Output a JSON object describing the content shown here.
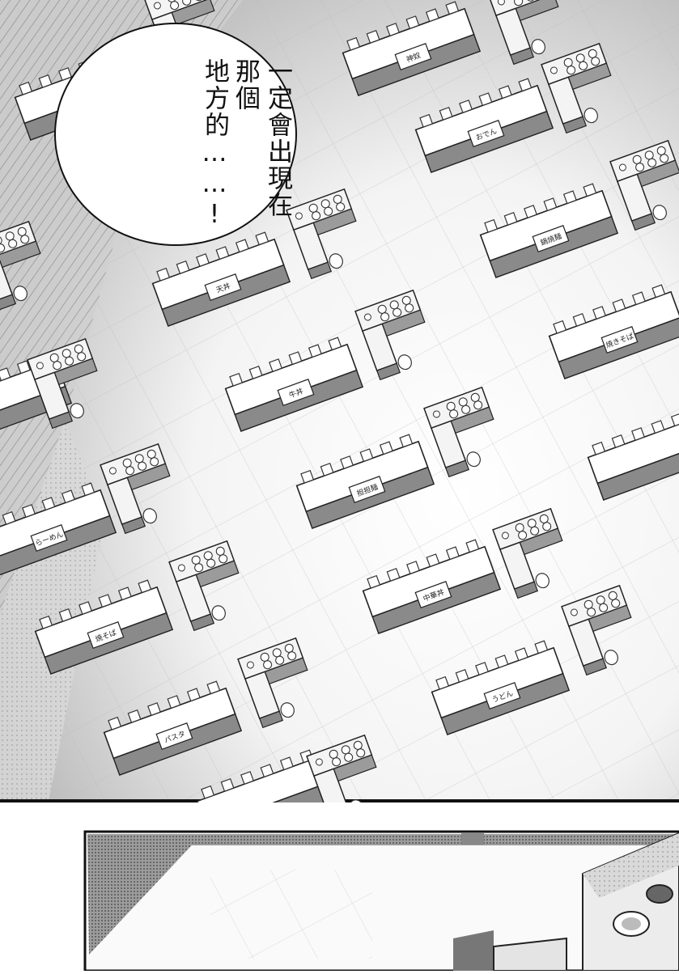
{
  "page": {
    "speech_bubble": {
      "line_1": "一定會出現在那個",
      "line_2": "地方的……!"
    },
    "stall_signs": [
      "神奴",
      "おでん",
      "鍋焼麺",
      "天丼",
      "焼きそば",
      "牛丼",
      "担担麺",
      "らーめん",
      "中華丼",
      "焼そば",
      "うどん",
      "パスタ"
    ]
  }
}
